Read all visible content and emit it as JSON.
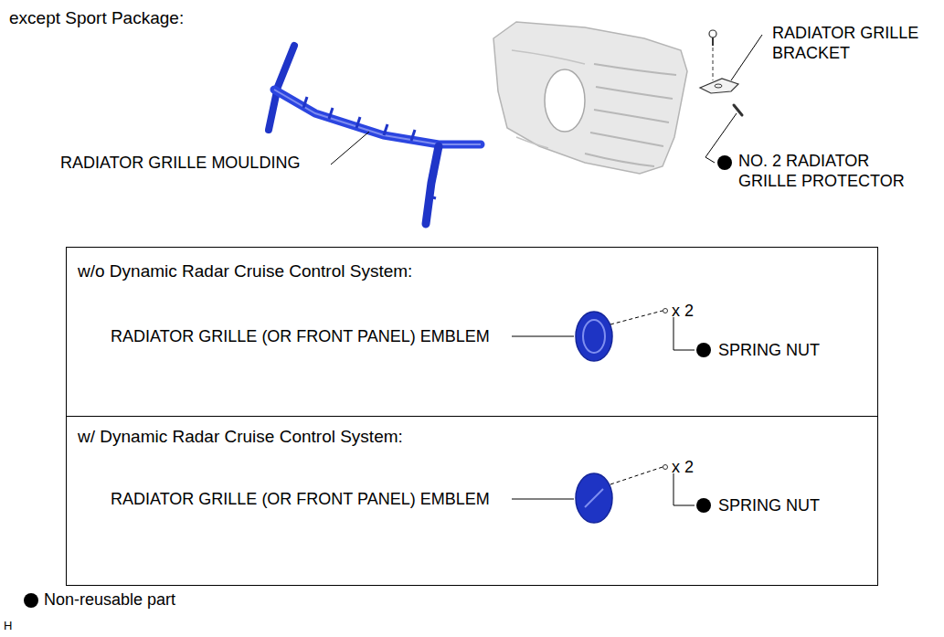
{
  "diagram": {
    "nodes": [
      {
        "text": [
          "w/o Dynamic Radar Cruise Control System:",
          "RADIATOR GRILLE (OR FRONT PANEL) EMBLEM",
          "x 2",
          "SPRING NUT"
        ]
      },
      {
        "text": [
          "w/ Dynamic Radar Cruise Control System:",
          "RADIATOR GRILLE (OR FRONT PANEL) EMBLEM",
          "x 2",
          "SPRING NUT"
        ]
      }
    ],
    "edges": [],
    "labels": [
      "except Sport Package:",
      "RADIATOR GRILLE MOULDING",
      "RADIATOR GRILLE BRACKET",
      "NO. 2 RADIATOR GRILLE PROTECTOR",
      "H"
    ],
    "legend": [
      {
        "text": "Non-reusable part"
      }
    ]
  }
}
